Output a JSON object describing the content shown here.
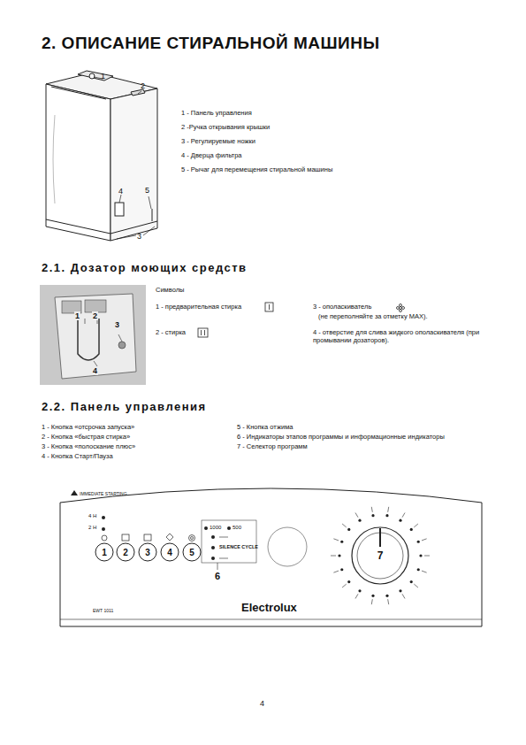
{
  "diagram": {
    "title": "2. ОПИСАНИЕ СТИРАЛЬНОЙ МАШИНЫ",
    "nodes": [
      {
        "text": [
          "1"
        ]
      },
      {
        "text": [
          "2"
        ]
      },
      {
        "text": [
          "3"
        ]
      },
      {
        "text": [
          "4"
        ]
      },
      {
        "text": [
          "5"
        ]
      },
      {
        "text": [
          "7"
        ]
      }
    ],
    "labels": [
      "1",
      "2",
      "4",
      "5",
      "3",
      "1 - Панель управления",
      "2 -Ручка открывания крышки",
      "3 - Регулируемые ножки",
      "4 - Дверца фильтра",
      "5 - Рычаг для перемещения стиральной машины",
      "2.1. Дозатор моющих средств",
      "1",
      "2",
      "3",
      "4",
      "Символы",
      "1 - предварительная стирка",
      "2 - стирка",
      "3 - ополаскиватель",
      "(не переполняйте за отметку MAX).",
      "4 - отверстие для слива жидкого ополаскивателя (при промывании дозаторов).",
      "2.2. Панель управления",
      "1 - Кнопка «отсрочка запуска»",
      "2 - Кнопка «быстрая стирка»",
      "3 - Кнопка «полоскание плюс»",
      "4 - Кнопка Старт/Пауза",
      "5 - Кнопка отжима",
      "6 - Индикаторы этапов программы и информационные индикаторы",
      "7 - Селектор программ",
      "IMMEDIATE STARTING",
      "4 H",
      "2 H",
      "1000",
      "500",
      "SILENCE CYCLE",
      "6",
      "EWT 1011",
      "Electrolux",
      "4"
    ]
  }
}
